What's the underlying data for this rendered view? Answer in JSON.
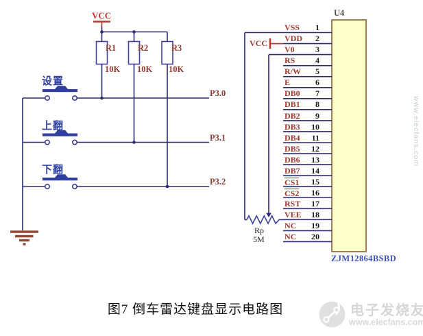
{
  "figure": {
    "caption": "图7  倒车雷达键盘显示电路图"
  },
  "power": {
    "vcc_top_label": "VCC",
    "vcc_lcd_label": "VCC"
  },
  "resistors": [
    {
      "ref": "R1",
      "value": "10K"
    },
    {
      "ref": "R2",
      "value": "10K"
    },
    {
      "ref": "R3",
      "value": "10K"
    }
  ],
  "buttons": [
    {
      "label": "设置",
      "net": "P3.0"
    },
    {
      "label": "上翻",
      "net": "P3.1"
    },
    {
      "label": "下翻",
      "net": "P3.2"
    }
  ],
  "potentiometer": {
    "ref": "Rp",
    "value": "5M"
  },
  "lcd": {
    "designator": "U4",
    "part_number": "ZJM12864BSBD",
    "pins": [
      {
        "num": 1,
        "name": "VSS"
      },
      {
        "num": 2,
        "name": "VDD"
      },
      {
        "num": 3,
        "name": "V0"
      },
      {
        "num": 4,
        "name": "RS"
      },
      {
        "num": 5,
        "name": "R/W"
      },
      {
        "num": 6,
        "name": "E"
      },
      {
        "num": 7,
        "name": "DB0"
      },
      {
        "num": 8,
        "name": "DB1"
      },
      {
        "num": 9,
        "name": "DB2"
      },
      {
        "num": 10,
        "name": "DB3"
      },
      {
        "num": 11,
        "name": "DB4"
      },
      {
        "num": 12,
        "name": "DB5"
      },
      {
        "num": 13,
        "name": "DB6"
      },
      {
        "num": 14,
        "name": "DB7"
      },
      {
        "num": 15,
        "name": "CS1",
        "bar": true
      },
      {
        "num": 16,
        "name": "CS2",
        "bar": true
      },
      {
        "num": 17,
        "name": "RST"
      },
      {
        "num": 18,
        "name": "VEE"
      },
      {
        "num": 19,
        "name": "NC"
      },
      {
        "num": 20,
        "name": "NC"
      }
    ]
  },
  "watermark": {
    "brand": "电子发烧友",
    "url": "www.elecfans.com",
    "side_url": "www.elecfans.com"
  },
  "colors": {
    "wire": "#2a2a72",
    "component_outline": "#3b3f9e",
    "button_fill": "#2f3fa0",
    "net_label": "#8f3a32",
    "pin_name": "#9c3a32",
    "vcc": "#c23530",
    "ground": "#8f4632",
    "ic_fill": "#ffffc9",
    "ic_border": "#9e7e55",
    "part_number": "#3d55bd"
  }
}
